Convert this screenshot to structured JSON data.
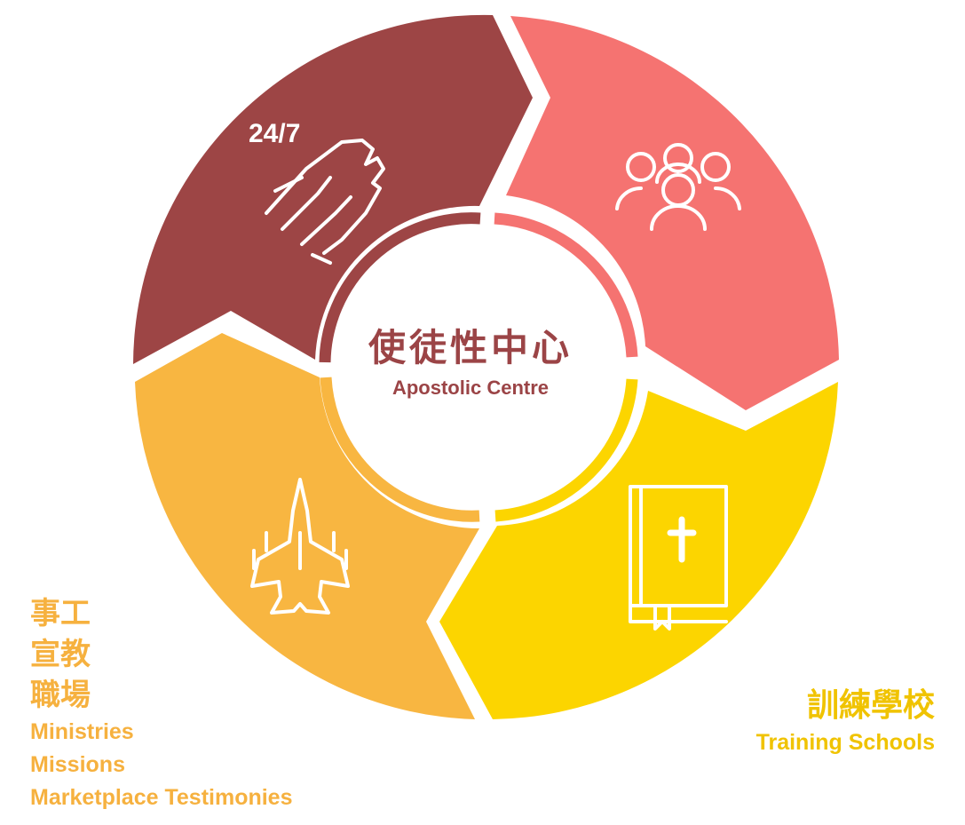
{
  "colors": {
    "prayer_segment": "#9d4545",
    "community_segment": "#f57371",
    "training_segment": "#fcd500",
    "ministry_segment": "#f8b641",
    "center_text": "#9b4446"
  },
  "center": {
    "title_zh": "使徒性中心",
    "title_en": "Apostolic Centre"
  },
  "segments": [
    {
      "icon": "praying-hands-icon",
      "icon_label": "24/7"
    },
    {
      "icon": "people-group-icon"
    },
    {
      "icon": "bible-icon"
    },
    {
      "icon": "fighter-jet-icon"
    }
  ],
  "left_caption": {
    "zh_lines": [
      "事工",
      "宣教",
      "職場"
    ],
    "en_lines": [
      "Ministries",
      "Missions",
      "Marketplace Testimonies"
    ]
  },
  "right_caption": {
    "zh": "訓練學校",
    "en": "Training Schools"
  }
}
